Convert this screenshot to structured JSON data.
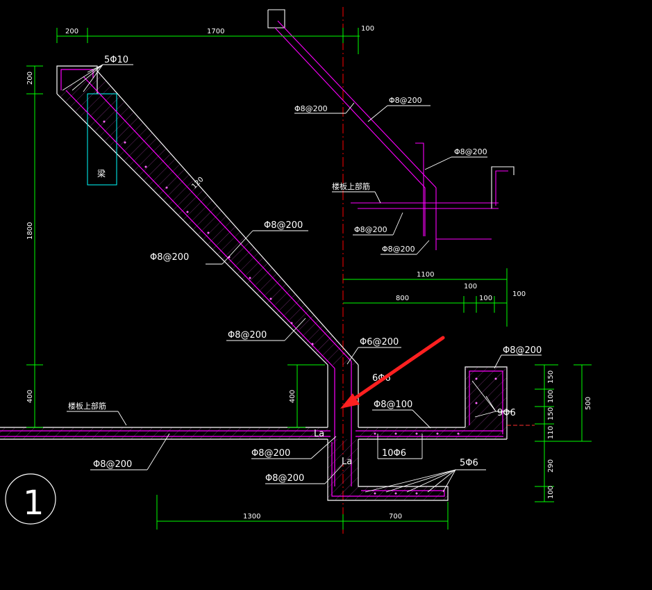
{
  "colors": {
    "background": "#000000",
    "concrete": "#ffffff",
    "rebar": "#ff00ff",
    "dimension": "#00ff00",
    "text": "#ffffff",
    "centerline": "#ff0000",
    "beam": "#00ffff",
    "arrow": "#ff2020"
  },
  "dimensions": {
    "top_200": "200",
    "top_1700": "1700",
    "top_100": "100",
    "left_200": "200",
    "left_1800": "1800",
    "left_400": "400",
    "inner_400": "400",
    "d_1100": "1100",
    "d_800": "800",
    "d_100a": "100",
    "d_100b": "100",
    "d_100c": "100",
    "bottom_1300": "1300",
    "bottom_700": "700",
    "r_150a": "150",
    "r_100a": "100",
    "r_150b": "150",
    "r_110": "110",
    "r_290": "290",
    "r_100b": "100",
    "r_500": "500",
    "slab_120": "120"
  },
  "labels": {
    "top_5phi10": "5Φ10",
    "beam": "梁",
    "slab_phi8_upper": "Φ8@200",
    "slab_phi8_lower": "Φ8@200",
    "slab_phi8_bottom": "Φ8@200",
    "small_phi8_a": "Φ8@200",
    "small_phi8_b": "Φ8@200",
    "small_phi8_c": "Φ8@200",
    "small_phi8_d": "Φ8@200",
    "small_phi8_e": "Φ8@200",
    "small_floor_top_bar": "楼板上部筋",
    "floor_top_bar": "楼板上部筋",
    "phi6_200": "Φ6@200",
    "six_phi6": "6Φ6",
    "phi8_100": "Φ8@100",
    "right_phi8_200": "Φ8@200",
    "nine_phi6": "9Φ6",
    "floor_phi8_200": "Φ8@200",
    "la_1": "La",
    "la_2": "La",
    "ten_phi6": "10Φ6",
    "five_phi6": "5Φ6",
    "join_phi8_1": "Φ8@200",
    "join_phi8_2": "Φ8@200",
    "detail_number": "1"
  }
}
